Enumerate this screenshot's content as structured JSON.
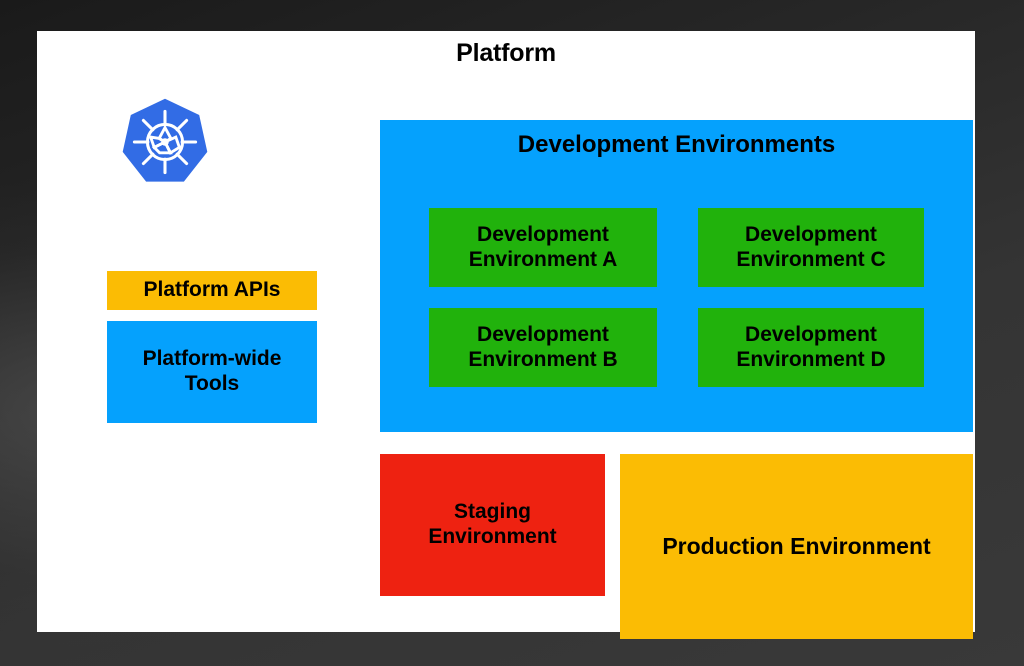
{
  "slide": {
    "title": "Platform",
    "background_color": "#333333",
    "card_color": "#ffffff"
  },
  "logo": {
    "name": "kubernetes-logo",
    "color": "#326ce5"
  },
  "left_column": {
    "platform_apis": {
      "label": "Platform APIs",
      "color": "#fbbc04"
    },
    "platform_wide_tools": {
      "label": "Platform-wide\nTools",
      "color": "#05a1fd"
    }
  },
  "development_environments": {
    "title": "Development Environments",
    "color": "#05a1fd",
    "item_color": "#21b20c",
    "items": [
      {
        "label": "Development\nEnvironment A"
      },
      {
        "label": "Development\nEnvironment B"
      },
      {
        "label": "Development\nEnvironment C"
      },
      {
        "label": "Development\nEnvironment D"
      }
    ]
  },
  "environments": {
    "staging": {
      "label": "Staging\nEnvironment",
      "color": "#ee2211"
    },
    "production": {
      "label": "Production Environment",
      "color": "#fbbc04"
    }
  }
}
